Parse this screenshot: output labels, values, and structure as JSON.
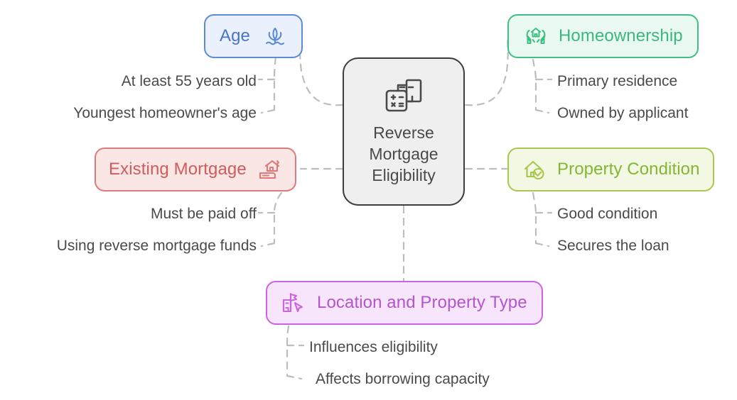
{
  "diagram": {
    "type": "mind-map",
    "title": "Reverse Mortgage Eligibility",
    "background": "#ffffff",
    "connector_color": "#bdbdbd",
    "leaf_text_color": "#4a4a4a"
  },
  "center": {
    "label_line1": "Reverse",
    "label_line2": "Mortgage",
    "label_line3": "Eligibility",
    "icon": "calculator-finance-icon",
    "fill": "#efefef",
    "border": "#3c3c3c",
    "text_color": "#4a4a4a"
  },
  "branches": [
    {
      "id": "age",
      "label": "Age",
      "icon": "lotus-plant-icon",
      "icon_side": "right",
      "color": "#4a74c9",
      "border": "#5b8ad6",
      "fill": "#eaf1fd",
      "side": "left",
      "leaves": [
        "At least 55 years old",
        "Youngest homeowner's age"
      ]
    },
    {
      "id": "homeownership",
      "label": "Homeownership",
      "icon": "hands-holding-house-icon",
      "icon_side": "left",
      "color": "#3eb77f",
      "border": "#3fbf84",
      "fill": "#e9f9f1",
      "side": "right",
      "leaves": [
        "Primary residence",
        "Owned by applicant"
      ]
    },
    {
      "id": "existing-mortgage",
      "label": "Existing Mortgage",
      "icon": "house-document-icon",
      "icon_side": "right",
      "color": "#cf5c5c",
      "border": "#dd7b7b",
      "fill": "#fbe6e6",
      "side": "left",
      "leaves": [
        "Must be paid off",
        "Using reverse mortgage funds"
      ]
    },
    {
      "id": "property-condition",
      "label": "Property Condition",
      "icon": "house-check-icon",
      "icon_side": "left",
      "color": "#83b733",
      "border": "#a7c84a",
      "fill": "#f3f8e4",
      "side": "right",
      "leaves": [
        "Good condition",
        "Secures the loan"
      ]
    },
    {
      "id": "location-property-type",
      "label": "Location and Property Type",
      "icon": "buildings-cursor-icon",
      "icon_side": "left",
      "color": "#b455cc",
      "border": "#cc63e0",
      "fill": "#f7e6fb",
      "side": "bottom",
      "leaves": [
        "Influences eligibility",
        "Affects borrowing capacity"
      ]
    }
  ]
}
